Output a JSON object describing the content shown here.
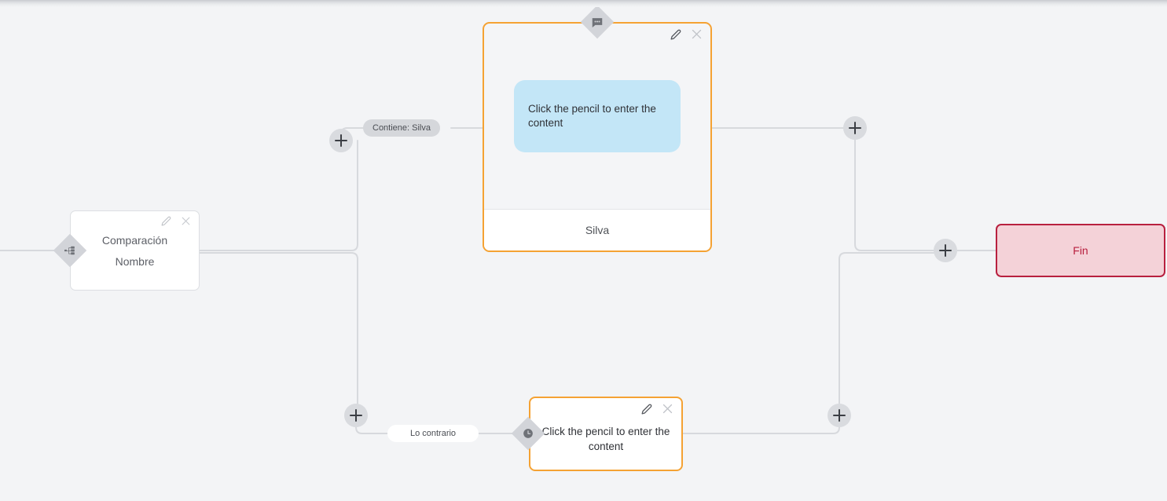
{
  "canvas": {
    "background_color": "#f3f4f6",
    "edge_color": "#d7d9dd"
  },
  "colors": {
    "accent_orange": "#f5a233",
    "end_red": "#b8203f",
    "end_red_fill": "#f4d2d8",
    "bubble_blue": "#c3e6f7",
    "plus_fill": "#d9dbdf",
    "diamond_fill": "#d2d4d9",
    "label_gray": "#d5d7db"
  },
  "nodes": {
    "comparacion": {
      "title": "Comparación",
      "subtitle": "Nombre",
      "edit_icon": "pencil-icon",
      "close_icon": "close-icon",
      "handle_icon": "branch-icon"
    },
    "message": {
      "bubble_text": "Click the pencil to enter the content",
      "footer_text": "Silva",
      "edit_icon": "pencil-icon",
      "close_icon": "close-icon",
      "handle_icon": "chat-bubble-icon"
    },
    "message_2": {
      "text": "Click the pencil to enter the content",
      "edit_icon": "pencil-icon",
      "close_icon": "close-icon",
      "handle_icon": "clock-icon"
    },
    "fin": {
      "label": "Fin"
    }
  },
  "edge_labels": {
    "contiene": "Contiene: Silva",
    "lo_contrario": "Lo contrario"
  },
  "add_buttons": {
    "branch_top": "+",
    "branch_bottom": "+",
    "after_message": "+",
    "before_fin": "+",
    "after_message_2": "+"
  }
}
